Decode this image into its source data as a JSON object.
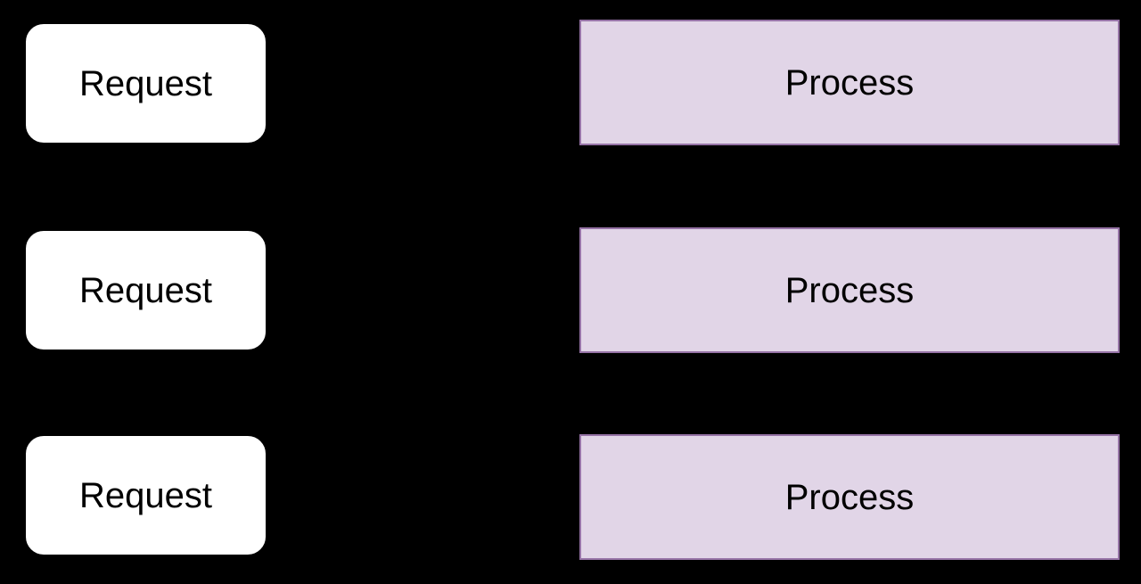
{
  "diagram": {
    "background_color": "#000000",
    "request_style": {
      "fill_color": "#ffffff",
      "border_color": "#000000",
      "text_color": "#000000",
      "corner": "rounded"
    },
    "process_style": {
      "fill_color": "#e1d5e7",
      "border_color": "#9673a6",
      "text_color": "#000000",
      "corner": "square"
    },
    "rows": [
      {
        "request_label": "Request",
        "process_label": "Process"
      },
      {
        "request_label": "Request",
        "process_label": "Process"
      },
      {
        "request_label": "Request",
        "process_label": "Process"
      }
    ]
  }
}
